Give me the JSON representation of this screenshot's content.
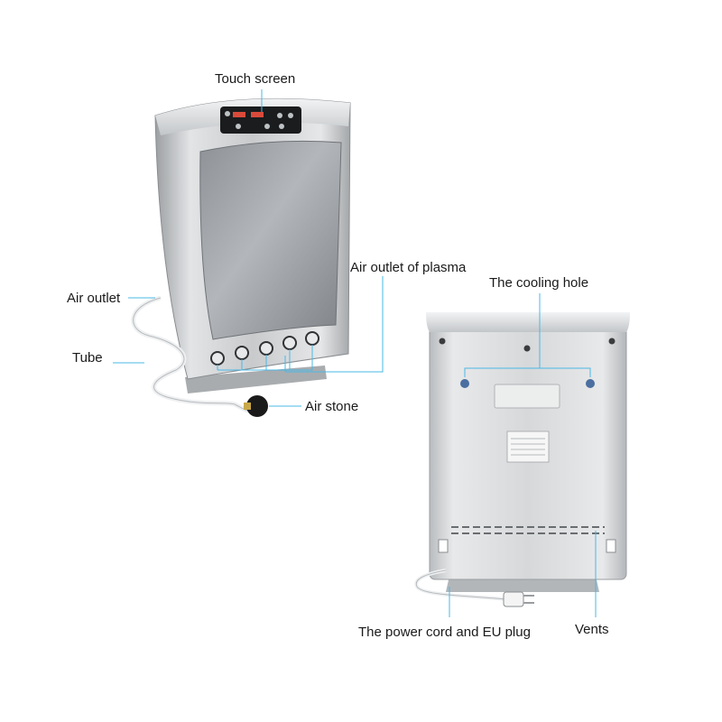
{
  "labels": {
    "touch_screen": "Touch screen",
    "air_outlet": "Air outlet",
    "tube": "Tube",
    "air_outlet_plasma": "Air outlet of plasma",
    "air_stone": "Air stone",
    "cooling_hole": "The cooling hole",
    "power_cord": "The power cord and EU plug",
    "vents": "Vents"
  },
  "colors": {
    "leader_line": "#4ab8e6",
    "body_silver": "#c9cbcd",
    "front_panel": "#9ea2a6",
    "label_text": "#1a1a1a"
  }
}
